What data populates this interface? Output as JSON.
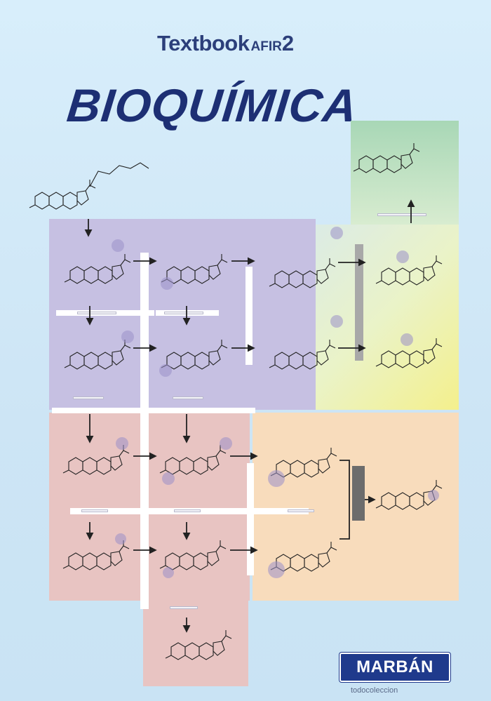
{
  "header": {
    "series_main": "Textbook",
    "series_small": "AFIR",
    "series_num": "2",
    "title": "BIOQUÍMICA"
  },
  "colors": {
    "background": "#cfe6f6",
    "title": "#1d2f74",
    "progestagens_panel": "#c6c0e2",
    "androgens_panel": "#e8c4c2",
    "estrogens_panel": "#f8dcbc",
    "mineralocorticoids_panel": "#a8d7b6",
    "glucocorticoids_panel": "#f4f08c",
    "brand": "#1f3a8c"
  },
  "publisher": {
    "logo": "MARBÁN",
    "watermark": "todocoleccion"
  }
}
